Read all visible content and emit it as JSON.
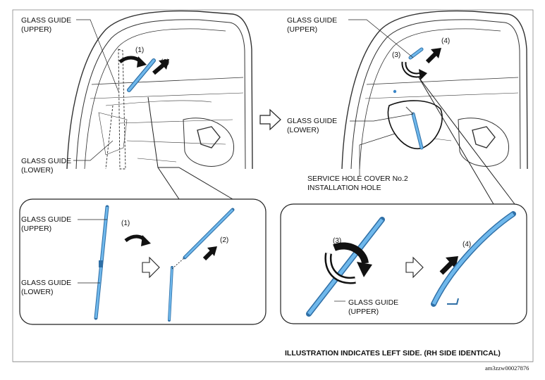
{
  "labels": {
    "tl_upper": [
      "GLASS GUIDE",
      "(UPPER)"
    ],
    "tl_lower": [
      "GLASS GUIDE",
      "(LOWER)"
    ],
    "tr_upper": [
      "GLASS GUIDE",
      "(UPPER)"
    ],
    "tr_lower": [
      "GLASS GUIDE",
      "(LOWER)"
    ],
    "service_hole": [
      "SERVICE HOLE COVER No.2",
      "INSTALLATION HOLE"
    ],
    "bl_upper": [
      "GLASS GUIDE",
      "(UPPER)"
    ],
    "bl_lower": [
      "GLASS GUIDE",
      "(LOWER)"
    ],
    "br_upper": [
      "GLASS GUIDE",
      "(UPPER)"
    ]
  },
  "steps": {
    "one": "(1)",
    "two": "(2)",
    "three": "(3)",
    "four": "(4)"
  },
  "footer": "ILLUSTRATION INDICATES LEFT SIDE. (RH SIDE IDENTICAL)",
  "figure_code": "am3zzw00027876",
  "colors": {
    "guide_blue": "#5aa9e3",
    "guide_dark": "#2f6fa6",
    "line": "#222222",
    "frame_grey": "#555555"
  }
}
